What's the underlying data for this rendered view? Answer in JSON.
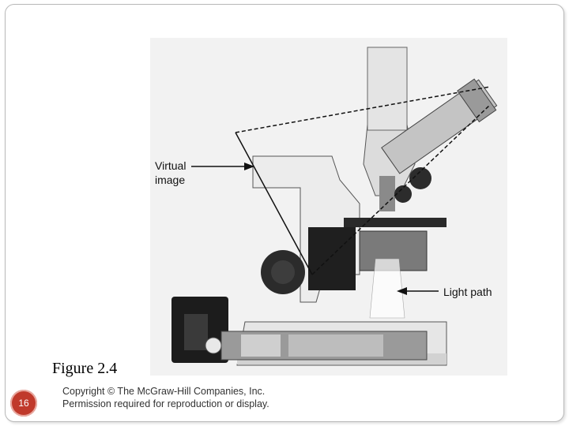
{
  "slide": {
    "caption": "Figure 2.4",
    "page_number": "16",
    "copyright_line1": "Copyright © The McGraw-Hill Companies, Inc.",
    "copyright_line2": "Permission required for reproduction or display."
  },
  "figure": {
    "label_virtual_line1": "Virtual",
    "label_virtual_line2": "image",
    "label_light_path": "Light path"
  },
  "colors": {
    "badge": "#c0392b",
    "frame_border": "#b8b8b8"
  }
}
